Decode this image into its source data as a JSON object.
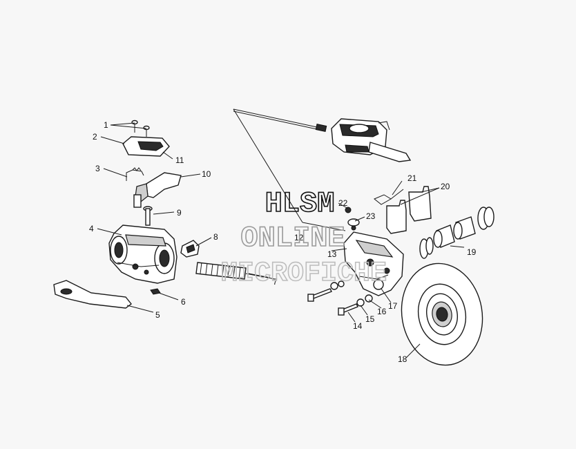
{
  "watermark": {
    "line1": "HLSM",
    "line2": "ONLINE",
    "line3": "MICROFICHE"
  },
  "callouts": [
    "1",
    "2",
    "3",
    "4",
    "5",
    "6",
    "7",
    "8",
    "9",
    "10",
    "11",
    "12",
    "13",
    "14",
    "15",
    "16",
    "17",
    "18",
    "19",
    "20",
    "21",
    "22",
    "23"
  ]
}
